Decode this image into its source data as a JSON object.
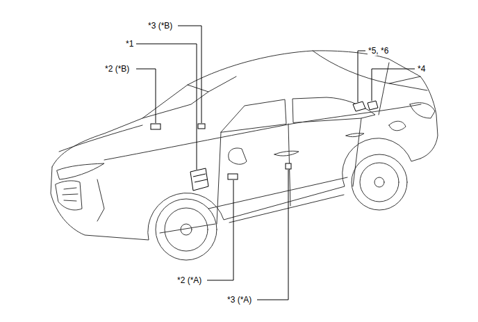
{
  "diagram": {
    "labels": [
      "*3 (*B)",
      "*1",
      "*2 (*B)",
      "*5, *6",
      "*4",
      "*2 (*A)",
      "*3 (*A)"
    ]
  }
}
